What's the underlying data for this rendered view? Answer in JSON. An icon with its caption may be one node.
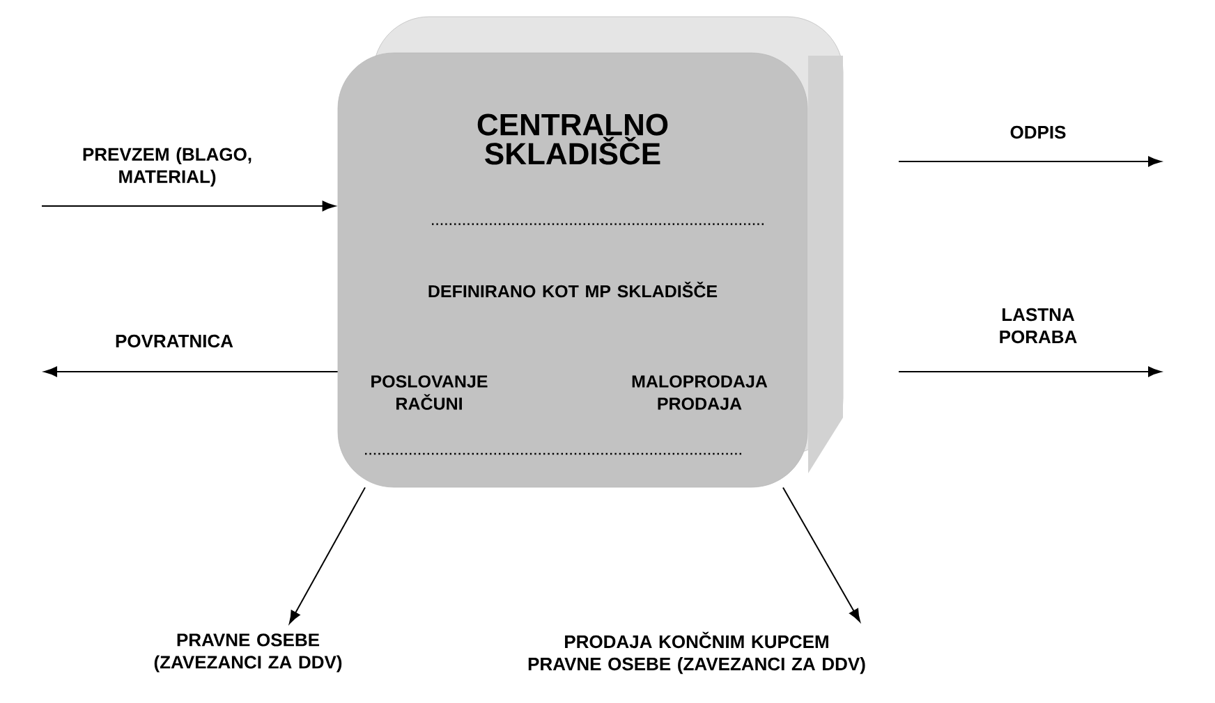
{
  "diagram": {
    "nodes": [
      {
        "text": [
          "CENTRALNO SKLADIŠČE",
          "DEFINIRANO KOT MP SKLADIŠČE",
          "POSLOVANJE RAČUNI",
          "MALOPRODAJA PRODAJA"
        ]
      },
      {
        "text": [
          "PRAVNE OSEBE (ZAVEZANCI ZA DDV)"
        ]
      },
      {
        "text": [
          "PRODAJA KONČNIM KUPCEM",
          "PRAVNE OSEBE (ZAVEZANCI ZA DDV)"
        ]
      }
    ],
    "edges": [
      {
        "from": null,
        "to": 0,
        "arrow": "to",
        "label": "PREVZEM (BLAGO, MATERIAL)"
      },
      {
        "from": 0,
        "to": null,
        "arrow": "to",
        "label": "POVRATNICA"
      },
      {
        "from": 0,
        "to": null,
        "arrow": "to",
        "label": "ODPIS"
      },
      {
        "from": 0,
        "to": null,
        "arrow": "to",
        "label": "LASTNA PORABA"
      },
      {
        "from": 0,
        "to": 1,
        "arrow": "to"
      },
      {
        "from": 0,
        "to": 2,
        "arrow": "to"
      }
    ]
  }
}
